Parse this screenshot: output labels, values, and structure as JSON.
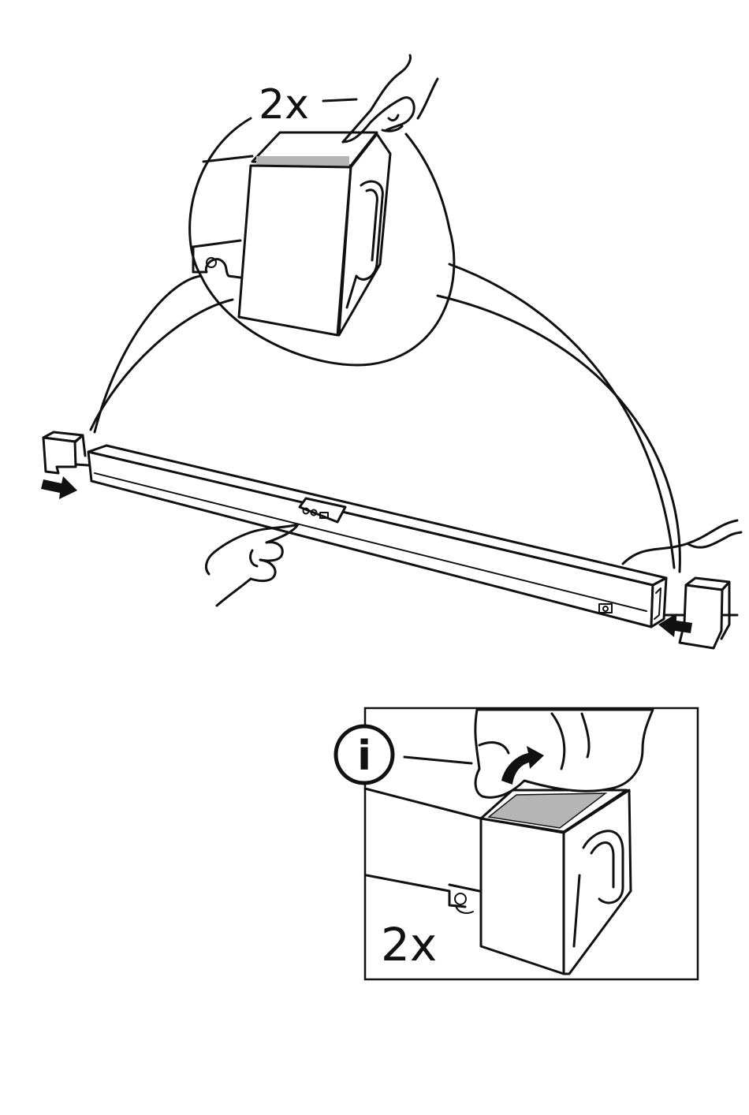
{
  "step": {
    "zoom_callout": {
      "quantity": "2x"
    },
    "info_panel": {
      "icon_glyph": "i",
      "quantity": "2x"
    }
  },
  "colors": {
    "line": "#111111",
    "background": "#ffffff",
    "tape_gray": "#b5b5b5",
    "arrow_fill": "#111111"
  },
  "icons": [
    "pointing-hand-icon",
    "info-icon",
    "push-arrow-icon",
    "peeling-hand-icon"
  ]
}
